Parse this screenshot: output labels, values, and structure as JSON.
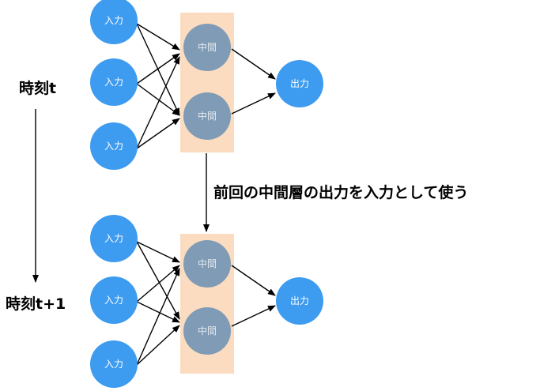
{
  "colors": {
    "input_node": "#3d9bf0",
    "hidden_node": "#7f9bb5",
    "output_node": "#3d9bf0",
    "hidden_box": "#fbdcc0",
    "edge": "#000000",
    "node_text": "#ffffff",
    "hidden_text": "#e3e9ef"
  },
  "labels": {
    "input": "入力",
    "hidden": "中間",
    "output": "出力",
    "time_t": "時刻t",
    "time_t1": "時刻t+1",
    "recurrent_note": "前回の中間層の出力を入力として使う"
  },
  "networks": [
    {
      "id": "t",
      "inputs": [
        "入力",
        "入力",
        "入力"
      ],
      "hidden": [
        "中間",
        "中間"
      ],
      "output": "出力"
    },
    {
      "id": "t1",
      "inputs": [
        "入力",
        "入力",
        "入力"
      ],
      "hidden": [
        "中間",
        "中間"
      ],
      "output": "出力"
    }
  ]
}
